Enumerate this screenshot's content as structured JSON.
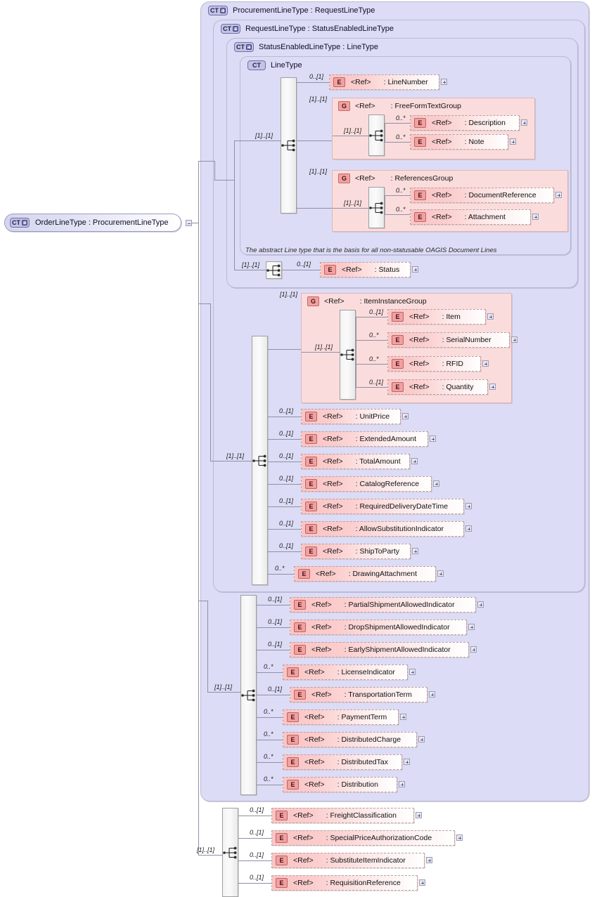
{
  "diagram": {
    "kind": "xsd-schema-diagram",
    "root": {
      "badge": "CT",
      "label": "OrderLineType : ProcurementLineType",
      "expander": "minus"
    },
    "containers": [
      {
        "badge": "CT",
        "expander": "plus",
        "label": "ProcurementLineType : RequestLineType"
      },
      {
        "badge": "CT",
        "expander": "plus",
        "label": "RequestLineType : StatusEnabledLineType"
      },
      {
        "badge": "CT",
        "expander": "plus",
        "label": "StatusEnabledLineType : LineType"
      },
      {
        "badge": "CT",
        "expander": "none",
        "label": "LineType"
      }
    ],
    "annotation": "The abstract Line type that is the basis for all non-statusable OAGIS Document Lines",
    "ref_label": "<Ref>",
    "groups": [
      {
        "badge": "G",
        "ref": "<Ref>",
        "name": ": FreeFormTextGroup",
        "cardinality": "[1]..[1]",
        "inner_cardinality": "[1]..[1]",
        "children": [
          {
            "cardinality": "0..*",
            "ref": "<Ref>",
            "name": ": Description",
            "expander": "plus"
          },
          {
            "cardinality": "0..*",
            "ref": "<Ref>",
            "name": ": Note",
            "expander": "plus"
          }
        ]
      },
      {
        "badge": "G",
        "ref": "<Ref>",
        "name": ": ReferencesGroup",
        "cardinality": "[1]..[1]",
        "inner_cardinality": "[1]..[1]",
        "children": [
          {
            "cardinality": "0..*",
            "ref": "<Ref>",
            "name": ": DocumentReference",
            "expander": "plus"
          },
          {
            "cardinality": "0..*",
            "ref": "<Ref>",
            "name": ": Attachment",
            "expander": "plus"
          }
        ]
      },
      {
        "badge": "G",
        "ref": "<Ref>",
        "name": ": ItemInstanceGroup",
        "cardinality": "[1]..[1]",
        "inner_cardinality": "[1]..[1]",
        "children": [
          {
            "cardinality": "0..[1]",
            "ref": "<Ref>",
            "name": ": Item",
            "expander": "plus"
          },
          {
            "cardinality": "0..*",
            "ref": "<Ref>",
            "name": ": SerialNumber",
            "expander": "plus"
          },
          {
            "cardinality": "0..*",
            "ref": "<Ref>",
            "name": ": RFID",
            "expander": "plus"
          },
          {
            "cardinality": "0..[1]",
            "ref": "<Ref>",
            "name": ": Quantity",
            "expander": "plus"
          }
        ]
      }
    ],
    "line_type_sequence": {
      "cardinality": "[1]..[1]",
      "first_child": {
        "cardinality": "0..[1]",
        "ref": "<Ref>",
        "name": ": LineNumber",
        "expander": "plus"
      }
    },
    "status_sequence": {
      "cardinality": "[1]..[1]",
      "child": {
        "cardinality": "0..[1]",
        "ref": "<Ref>",
        "name": ": Status",
        "expander": "plus"
      }
    },
    "item_sequence": {
      "cardinality": "[1]..[1]",
      "children": [
        {
          "cardinality": "0..[1]",
          "ref": "<Ref>",
          "name": ": UnitPrice",
          "expander": "plus"
        },
        {
          "cardinality": "0..[1]",
          "ref": "<Ref>",
          "name": ": ExtendedAmount",
          "expander": "plus"
        },
        {
          "cardinality": "0..[1]",
          "ref": "<Ref>",
          "name": ": TotalAmount",
          "expander": "plus"
        },
        {
          "cardinality": "0..[1]",
          "ref": "<Ref>",
          "name": ": CatalogReference",
          "expander": "plus"
        },
        {
          "cardinality": "0..[1]",
          "ref": "<Ref>",
          "name": ": RequiredDeliveryDateTime",
          "expander": "plus"
        },
        {
          "cardinality": "0..[1]",
          "ref": "<Ref>",
          "name": ": AllowSubstitutionIndicator",
          "expander": "plus"
        },
        {
          "cardinality": "0..[1]",
          "ref": "<Ref>",
          "name": ": ShipToParty",
          "expander": "plus"
        },
        {
          "cardinality": "0..*",
          "ref": "<Ref>",
          "name": ": DrawingAttachment",
          "expander": "plus"
        }
      ]
    },
    "shipment_sequence": {
      "cardinality": "[1]..[1]",
      "children": [
        {
          "cardinality": "0..[1]",
          "ref": "<Ref>",
          "name": ": PartialShipmentAllowedIndicator",
          "expander": "plus"
        },
        {
          "cardinality": "0..[1]",
          "ref": "<Ref>",
          "name": ": DropShipmentAllowedIndicator",
          "expander": "plus"
        },
        {
          "cardinality": "0..[1]",
          "ref": "<Ref>",
          "name": ": EarlyShipmentAllowedIndicator",
          "expander": "plus"
        },
        {
          "cardinality": "0..*",
          "ref": "<Ref>",
          "name": ": LicenseIndicator",
          "expander": "plus"
        },
        {
          "cardinality": "0..[1]",
          "ref": "<Ref>",
          "name": ": TransportationTerm",
          "expander": "plus"
        },
        {
          "cardinality": "0..*",
          "ref": "<Ref>",
          "name": ": PaymentTerm",
          "expander": "plus"
        },
        {
          "cardinality": "0..*",
          "ref": "<Ref>",
          "name": ": DistributedCharge",
          "expander": "plus"
        },
        {
          "cardinality": "0..*",
          "ref": "<Ref>",
          "name": ": DistributedTax",
          "expander": "plus"
        },
        {
          "cardinality": "0..*",
          "ref": "<Ref>",
          "name": ": Distribution",
          "expander": "plus"
        }
      ]
    },
    "order_sequence": {
      "cardinality": "[1]..[1]",
      "children": [
        {
          "cardinality": "0..[1]",
          "ref": "<Ref>",
          "name": ": FreightClassification",
          "expander": "plus"
        },
        {
          "cardinality": "0..[1]",
          "ref": "<Ref>",
          "name": ": SpecialPriceAuthorizationCode",
          "expander": "plus"
        },
        {
          "cardinality": "0..[1]",
          "ref": "<Ref>",
          "name": ": SubstituteItemIndicator",
          "expander": "plus"
        },
        {
          "cardinality": "0..[1]",
          "ref": "<Ref>",
          "name": ": RequisitionReference",
          "expander": "plus"
        }
      ]
    },
    "colors": {
      "container_fill": "#dcdcf6",
      "group_fill": "#fbdcdc",
      "element_fill": "#fbc4c4",
      "badge_fill": "#f4a0a0",
      "line": "#8f8fa5"
    }
  }
}
